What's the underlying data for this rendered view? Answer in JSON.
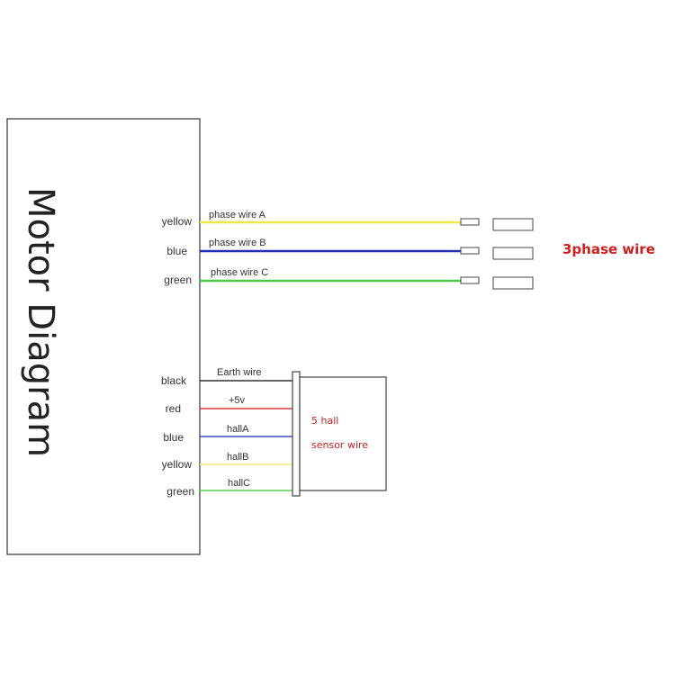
{
  "motor": {
    "title": "Motor Diagram"
  },
  "phase": {
    "group_label": "3phase wire",
    "wires": [
      {
        "color_name": "yellow",
        "label": "phase wire A",
        "stroke": "#f2e64a"
      },
      {
        "color_name": "blue",
        "label": "phase wire B",
        "stroke": "#1f2fb0"
      },
      {
        "color_name": "green",
        "label": "phase wire C",
        "stroke": "#4cc94a"
      }
    ]
  },
  "hall": {
    "group_label_line1": "5 hall",
    "group_label_line2": "sensor wire",
    "wires": [
      {
        "color_name": "black",
        "label": "Earth wire",
        "stroke": "#333333"
      },
      {
        "color_name": "red",
        "label": "+5v",
        "stroke": "#d83a3a"
      },
      {
        "color_name": "blue",
        "label": "hallA",
        "stroke": "#3b4ac0"
      },
      {
        "color_name": "yellow",
        "label": "hallB",
        "stroke": "#f2ea7a"
      },
      {
        "color_name": "green",
        "label": "hallC",
        "stroke": "#56cf56"
      }
    ]
  },
  "colors": {
    "accent_red": "#cc1f1f",
    "outline": "#444444"
  }
}
